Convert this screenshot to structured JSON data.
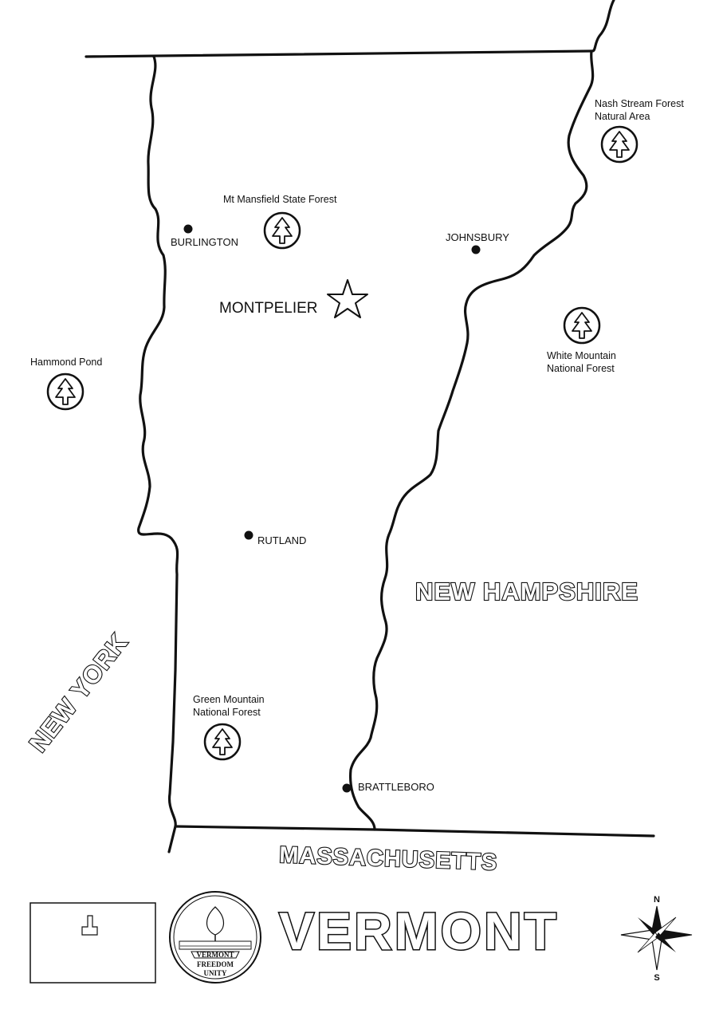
{
  "map": {
    "capital": "MONTPELIER",
    "cities": [
      "BURLINGTON",
      "JOHNSBURY",
      "RUTLAND",
      "BRATTLEBORO"
    ],
    "parks": {
      "mt_mansfield": "Mt Mansfield State Forest",
      "nash_stream_line1": "Nash Stream Forest",
      "nash_stream_line2": "Natural Area",
      "white_mountain_line1": "White Mountain",
      "white_mountain_line2": "National Forest",
      "hammond_pond": "Hammond Pond",
      "green_mountain_line1": "Green Mountain",
      "green_mountain_line2": "National Forest"
    },
    "neighbors": {
      "new_york": "NEW YORK",
      "new_hampshire": "NEW HAMPSHIRE",
      "massachusetts": "MASSACHUSETTS"
    },
    "title": "VERMONT",
    "seal": {
      "ribbon": "VERMONT",
      "motto_line1": "FREEDOM",
      "motto_line2": "UNITY"
    },
    "compass": {
      "north": "N",
      "south": "S"
    },
    "icons": [
      "tree-icon",
      "star-icon",
      "compass-rose-icon",
      "state-seal-icon",
      "state-flag-icon"
    ]
  }
}
